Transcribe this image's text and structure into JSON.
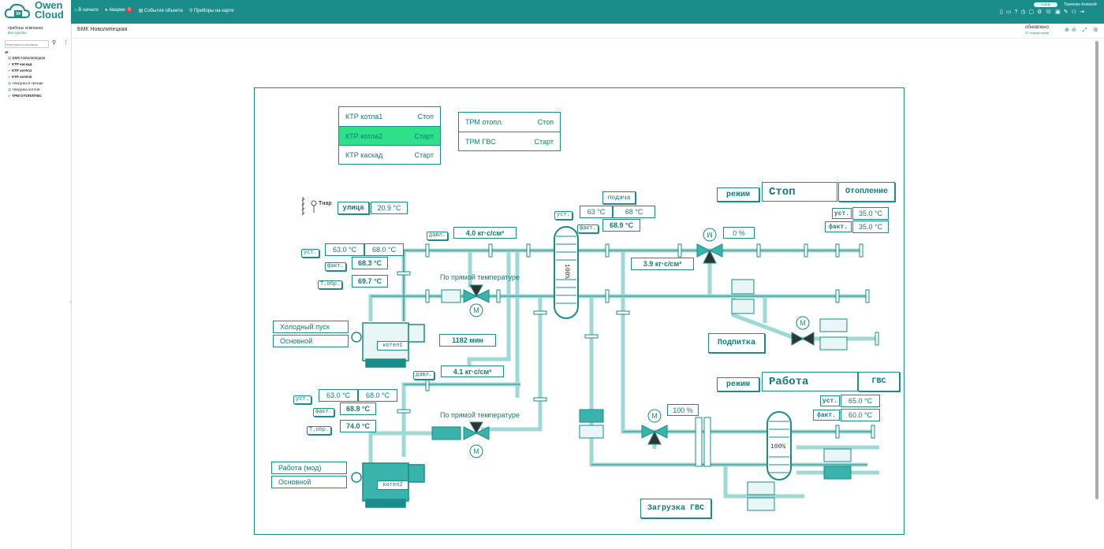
{
  "app": {
    "logo_line1": "Owen",
    "logo_line2": "Cloud"
  },
  "nav": [
    "В начало",
    "Аварии",
    "События объекта",
    "Приборы на карте"
  ],
  "nav_alarm_badge": "0",
  "user": {
    "name": "Ткаченко Алексей",
    "balance": "0.00 ₽"
  },
  "sidebar": {
    "company_label": "приборы компании:",
    "company_link": "Все группы",
    "search_placeholder": "Категории и контакты",
    "items": [
      {
        "label": "БМК Новолипецкая"
      },
      {
        "label": "КТР каскад"
      },
      {
        "label": "КТР котёл1"
      },
      {
        "label": "КТР котёл2"
      },
      {
        "label": "Нагрузка в тренде"
      },
      {
        "label": "Нагрузка котлов"
      },
      {
        "label": "ТРМ ОТОПЛ/ГВС"
      }
    ]
  },
  "header": {
    "title": "БМК Новолипецкая",
    "updated_label": "обновлено",
    "updated_time": "30 секунд назад"
  },
  "status_table1": [
    {
      "name": "КТР котла1",
      "state": "Стоп"
    },
    {
      "name": "КТР котла2",
      "state": "Старт"
    },
    {
      "name": "КТР каскад",
      "state": "Старт"
    }
  ],
  "status_table2": [
    {
      "name": "ТРМ отопл.",
      "state": "Стоп"
    },
    {
      "name": "ТРМ ГВС",
      "state": "Старт"
    }
  ],
  "street": {
    "sensor_label": "Тнар",
    "label": "улица",
    "value": "20.9 °C"
  },
  "boiler1": {
    "pressure_label": "давл.",
    "pressure": "4.0 кг·с/см²",
    "set_label": "уст.",
    "set_a": "63.0 °C",
    "set_b": "68.0 °C",
    "fact_label": "факт.",
    "fact": "68.3 °C",
    "ret_label": "Т.обр.",
    "ret": "69.7 °C",
    "valve_mode": "По прямой температуре",
    "btn1": "Холодный пуск",
    "btn2": "Основной",
    "name": "котел1",
    "runtime": "1182 мин"
  },
  "boiler2": {
    "pressure_label": "давл.",
    "pressure": "4.1 кг·с/см²",
    "set_label": "уст.",
    "set_a": "63.0 °C",
    "set_b": "68.0 °C",
    "fact_label": "факт.",
    "fact": "68.8 °C",
    "ret_label": "Т.обр.",
    "ret": "74.0 °C",
    "valve_mode": "По прямой температуре",
    "btn1": "Работа (мод)",
    "btn2": "Основной",
    "name": "котел2"
  },
  "supply": {
    "label": "подача",
    "set_label": "уст.",
    "set_a": "63 °C",
    "set_b": "68 °C",
    "fact_label": "факт.",
    "fact": "68.9 °C",
    "tank_level": "100%",
    "pressure": "3.9 кг·с/см²"
  },
  "heating": {
    "mode_label": "режим",
    "mode": "Стоп",
    "name": "Отопление",
    "set_label": "уст.",
    "set": "35.0 °C",
    "fact_label": "факт.",
    "fact": "35.0 °C",
    "valve_pct": "0 %",
    "feed_button": "Подпитка"
  },
  "dhw": {
    "mode_label": "режим",
    "mode": "Работа",
    "name": "ГВС",
    "set_label": "уст.",
    "set": "65.0 °C",
    "fact_label": "факт.",
    "fact": "60.0 °C",
    "valve_pct": "100 %",
    "tank_level": "100%",
    "load_button": "Загрузка ГВС"
  },
  "colors": {
    "brand": "#1a8c89",
    "active_row": "#2ee08a",
    "pipe": "#9fd9d6"
  }
}
